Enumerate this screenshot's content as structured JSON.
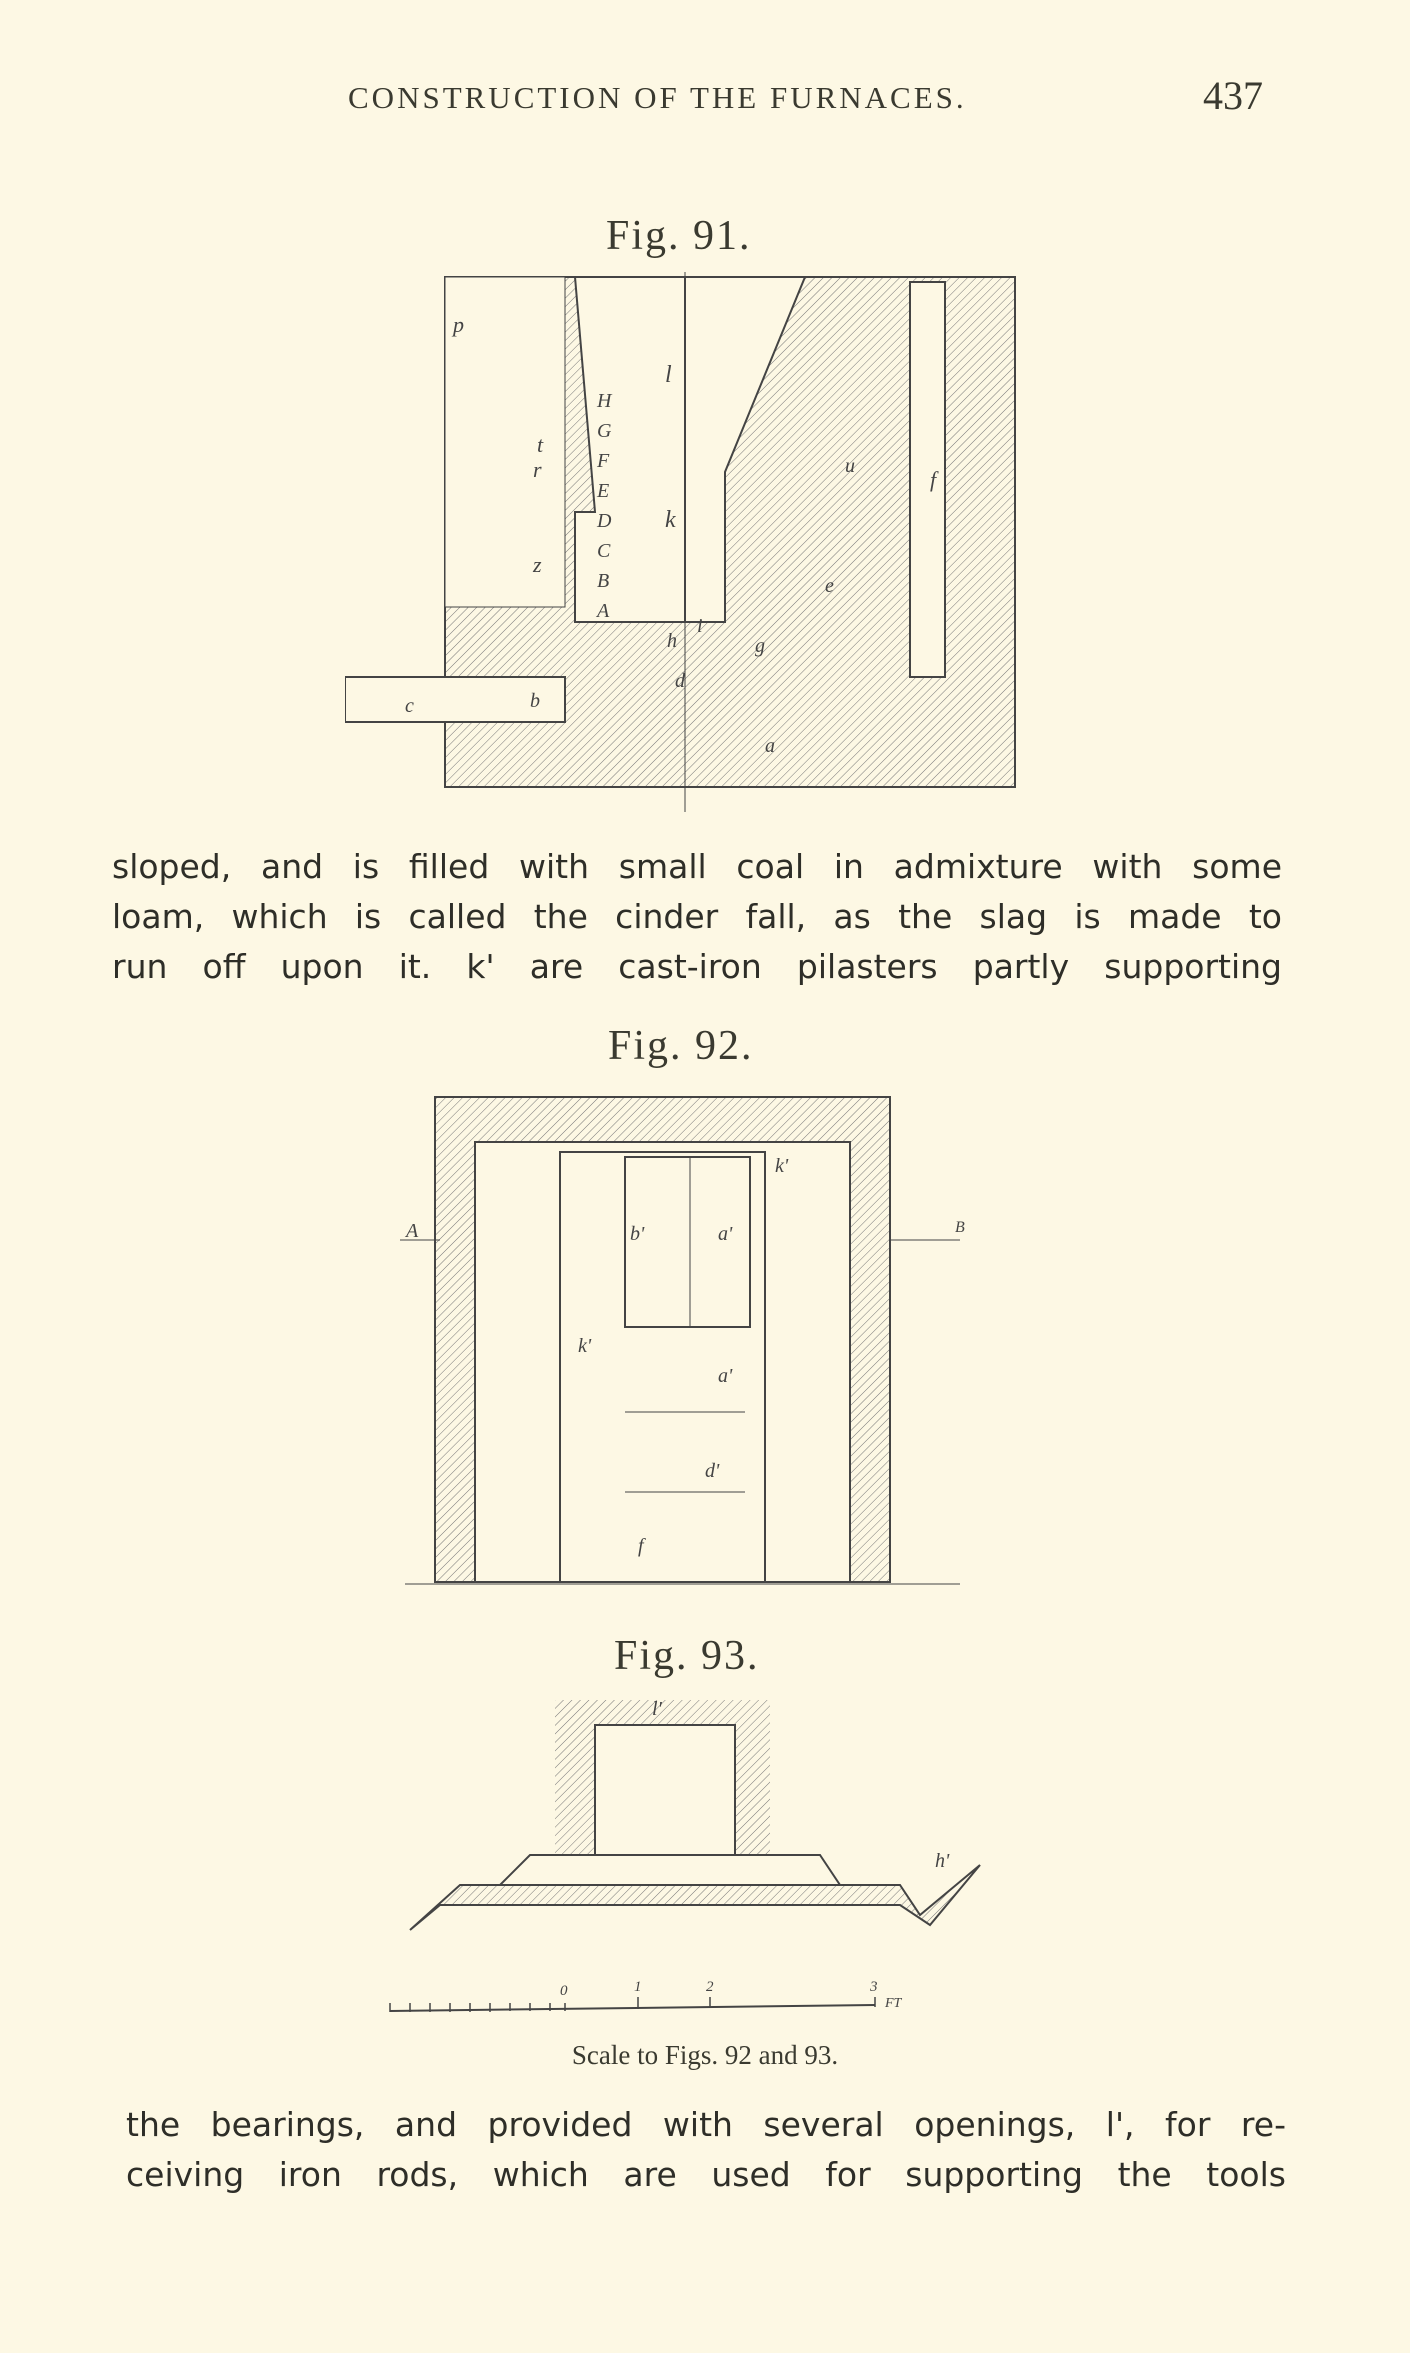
{
  "header": {
    "running_title": "CONSTRUCTION OF THE FURNACES.",
    "page_number": "437"
  },
  "figures": [
    {
      "caption": "Fig. 91.",
      "labels": [
        "p",
        "t",
        "r",
        "z",
        "H",
        "G",
        "F",
        "E",
        "D",
        "C",
        "B",
        "A",
        "l",
        "k",
        "h",
        "i",
        "g",
        "u",
        "f",
        "e",
        "d",
        "c",
        "b",
        "a"
      ]
    },
    {
      "caption": "Fig. 92.",
      "labels": [
        "A",
        "B",
        "b'",
        "a'",
        "k'",
        "k'",
        "a'",
        "d'",
        "f"
      ]
    },
    {
      "caption": "Fig. 93.",
      "labels": [
        "l'",
        "h'"
      ]
    }
  ],
  "paragraph1": [
    "sloped, and is filled with small coal in admixture with some",
    "loam, which is called the cinder fall, as the slag is made to",
    "run off upon it.  k' are cast-iron pilasters partly supporting"
  ],
  "scale": {
    "ticks": [
      "0",
      "1",
      "2",
      "3"
    ],
    "unit": "FT",
    "caption": "Scale to Figs. 92 and 93."
  },
  "paragraph2": [
    "the bearings, and provided with several openings, l', for re-",
    "ceiving iron rods, which are used for supporting the tools"
  ]
}
